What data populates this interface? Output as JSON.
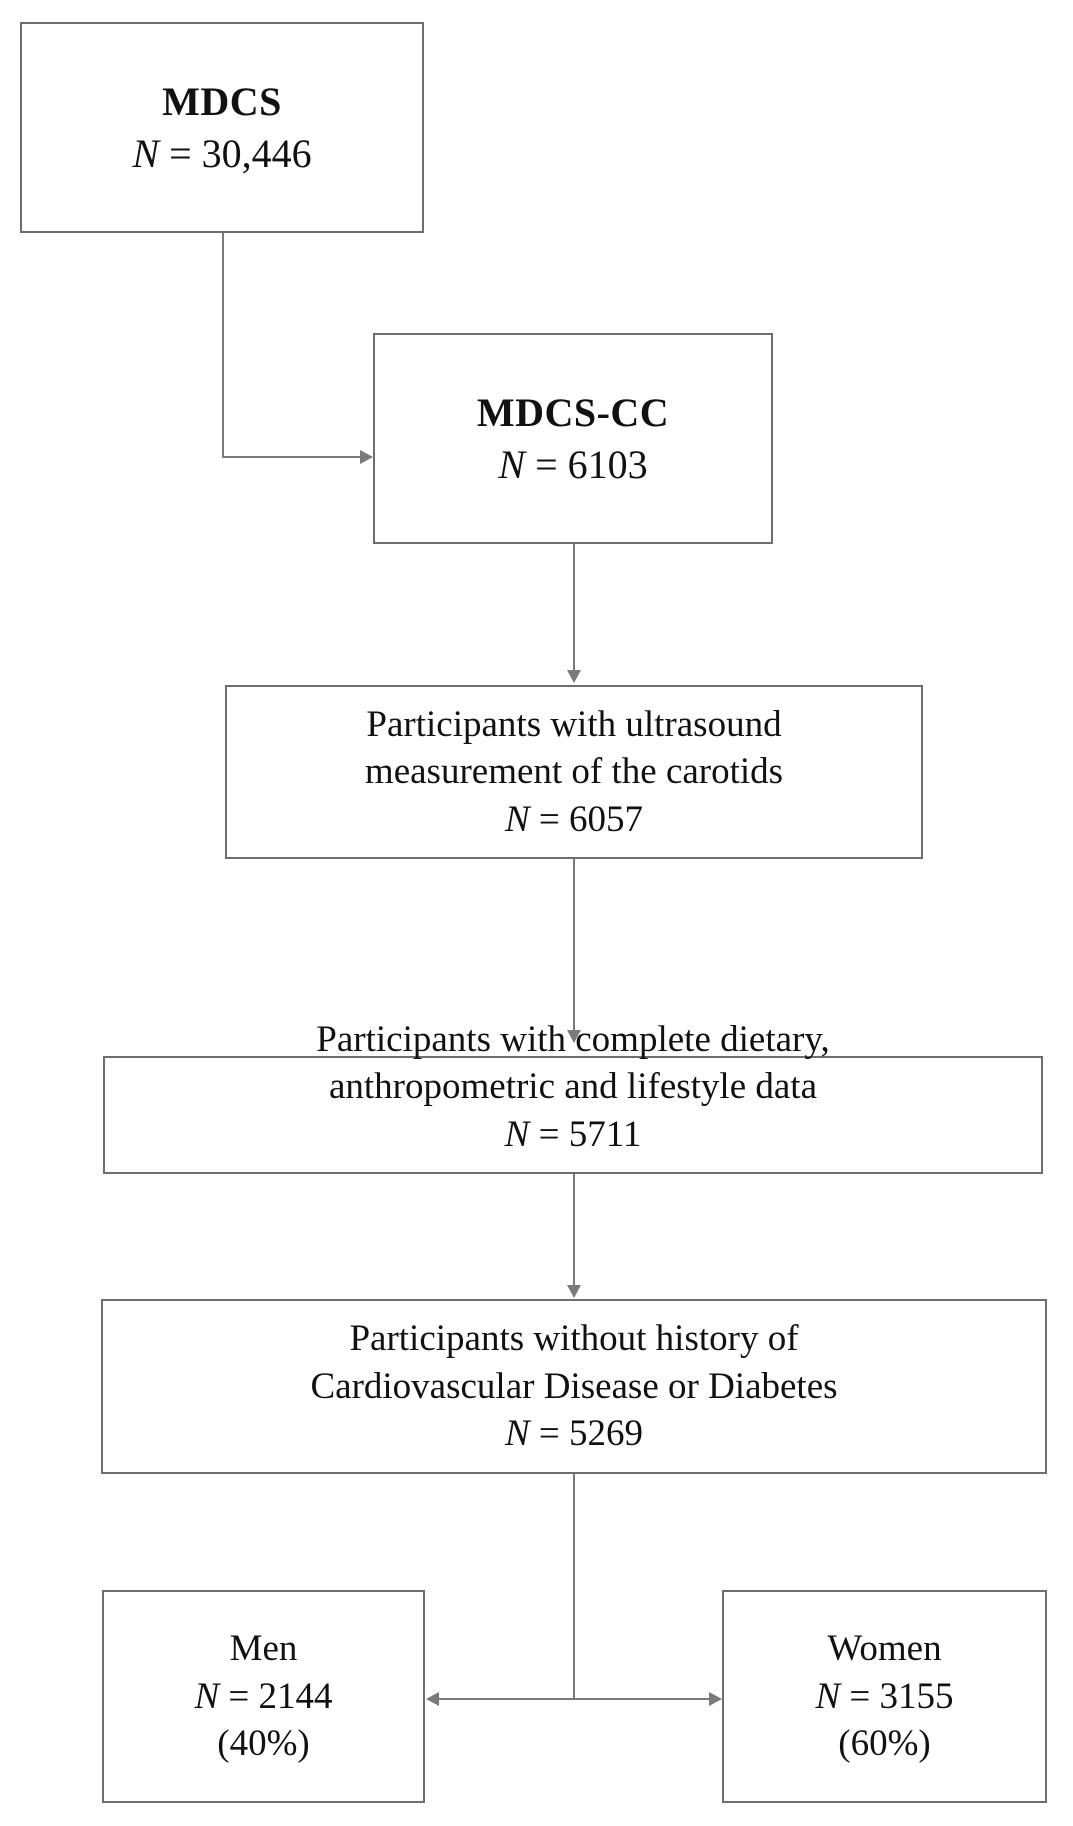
{
  "diagram": {
    "title": "Study participant flow diagram",
    "colors": {
      "box_border": "#6e6e6e",
      "connector": "#7a7a7a",
      "text": "#111111",
      "background": "#ffffff"
    },
    "boxes": [
      {
        "id": "mdcs",
        "label": "MDCS",
        "n_prefix": "N",
        "n_equals": "=",
        "n_value": "30,446",
        "n_text": "N = 30,446",
        "bold_title": true
      },
      {
        "id": "mdcs-cc",
        "label": "MDCS-CC",
        "n_prefix": "N",
        "n_equals": "=",
        "n_value": "6103",
        "n_text": "N = 6103",
        "bold_title": true
      },
      {
        "id": "ultrasound",
        "line1": "Participants with ultrasound",
        "line2": "measurement of the carotids",
        "n_prefix": "N",
        "n_equals": "=",
        "n_value": "6057",
        "n_text": "N = 6057",
        "bold_title": false
      },
      {
        "id": "dietary",
        "line1": "Participants with complete dietary,",
        "line2": "anthropometric and lifestyle data",
        "n_prefix": "N",
        "n_equals": "=",
        "n_value": "5711",
        "n_text": "N = 5711",
        "bold_title": false
      },
      {
        "id": "history",
        "line1": "Participants without history of",
        "line2": "Cardiovascular Disease or Diabetes",
        "n_prefix": "N",
        "n_equals": "=",
        "n_value": "5269",
        "n_text": "N = 5269",
        "bold_title": false
      },
      {
        "id": "men",
        "label": "Men",
        "n_prefix": "N",
        "n_equals": "=",
        "n_value": "2144",
        "n_text": "N = 2144",
        "percent": "(40%)",
        "bold_title": false
      },
      {
        "id": "women",
        "label": "Women",
        "n_prefix": "N",
        "n_equals": "=",
        "n_value": "3155",
        "n_text": "N = 3155",
        "percent": "(60%)",
        "bold_title": false
      }
    ],
    "connectors": [
      {
        "id": "mdcs-to-mdcs-cc",
        "type": "elbow-right-arrow"
      },
      {
        "id": "mdcs-cc-to-ultrasound",
        "type": "down-arrow"
      },
      {
        "id": "ultrasound-to-dietary",
        "type": "down-arrow"
      },
      {
        "id": "dietary-to-history",
        "type": "down-arrow"
      },
      {
        "id": "history-to-sex-split",
        "type": "double-headed-horizontal"
      }
    ]
  }
}
